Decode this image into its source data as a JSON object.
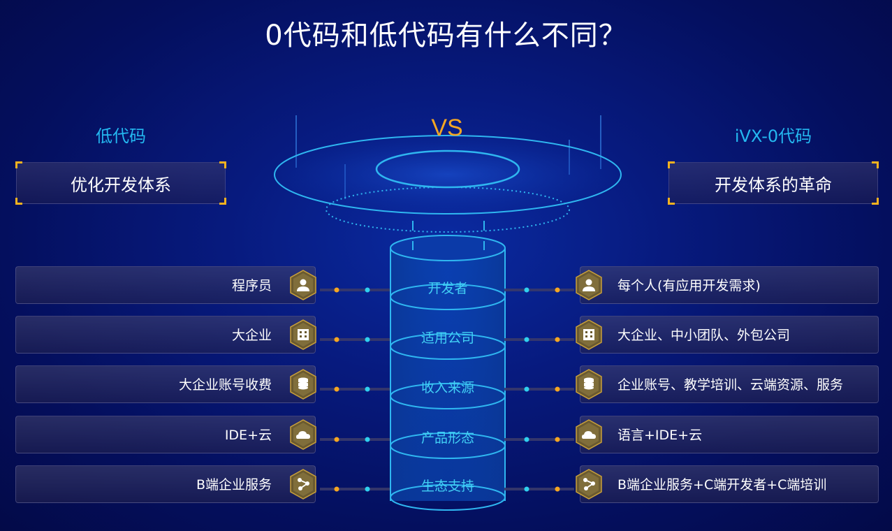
{
  "title": "0代码和低代码有什么不同？",
  "vs": "VS",
  "left": {
    "label": "低代码",
    "box": "优化开发体系"
  },
  "right": {
    "label": "iVX-0代码",
    "box": "开发体系的革命"
  },
  "rows": [
    {
      "left": "程序员",
      "center": "开发者",
      "right": "每个人(有应用开发需求)",
      "icon": "person-icon"
    },
    {
      "left": "大企业",
      "center": "适用公司",
      "right": "大企业、中小团队、外包公司",
      "icon": "building-icon"
    },
    {
      "left": "大企业账号收费",
      "center": "收入来源",
      "right": "企业账号、教学培训、云端资源、服务",
      "icon": "coins-icon"
    },
    {
      "left": "IDE+云",
      "center": "产品形态",
      "right": "语言+IDE+云",
      "icon": "cloud-icon"
    },
    {
      "left": "B端企业服务",
      "center": "生态支持",
      "right": "B端企业服务+C端开发者+C端培训",
      "icon": "share-icon"
    }
  ],
  "colors": {
    "accent": "#24b8f0",
    "vs": "#f5a623",
    "corner": "#f5b21f",
    "background": "#071a7e"
  }
}
